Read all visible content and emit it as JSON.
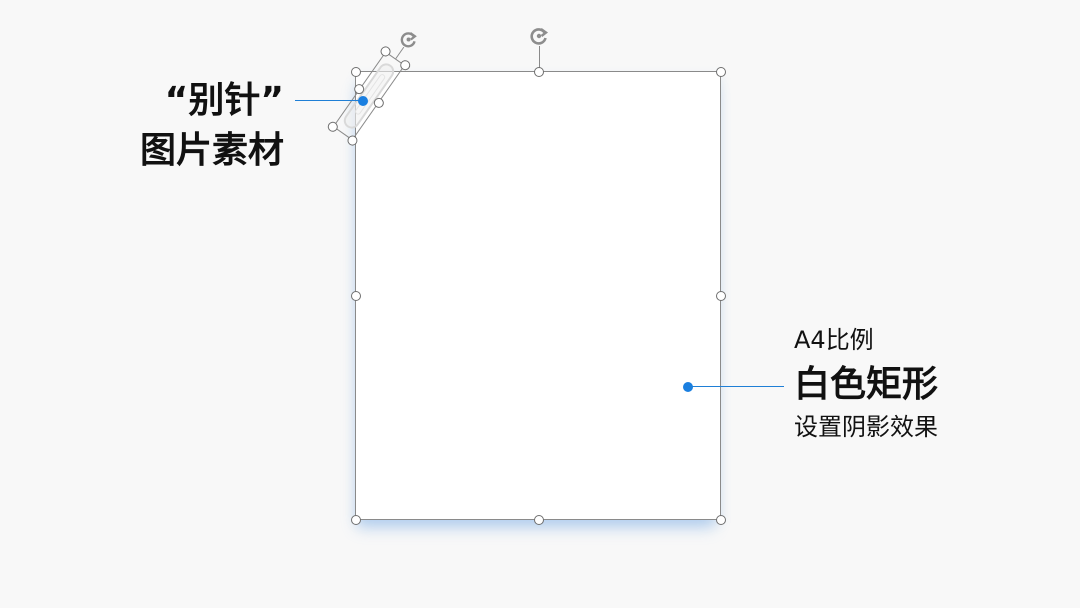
{
  "pin_label": {
    "line1": "“别针”",
    "line2": "图片素材"
  },
  "rect_label": {
    "ratio": "A4比例",
    "title": "白色矩形",
    "effect": "设置阴影效果"
  },
  "icons": {
    "rotate": "rotate-arrow-icon"
  },
  "colors": {
    "background": "#f8f8f8",
    "rectangle": "#ffffff",
    "callout": "#1a7fe0",
    "shadow": "#8ab4ea"
  }
}
